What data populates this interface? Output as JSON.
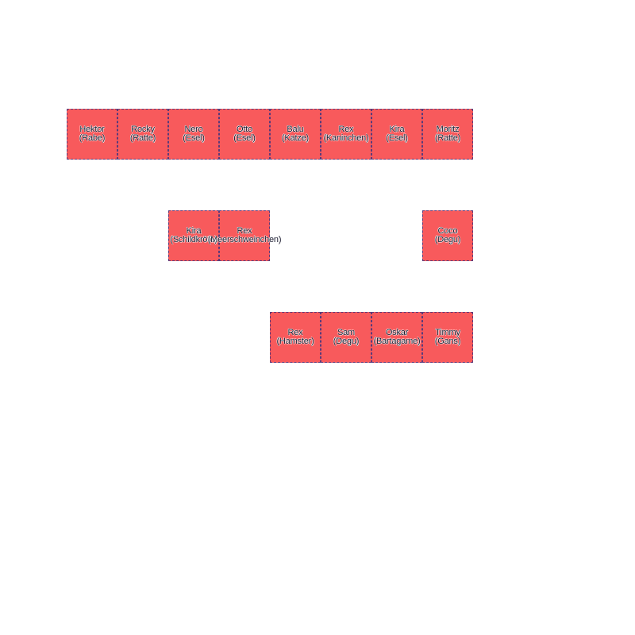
{
  "colors": {
    "cell_fill": "#f85a5c",
    "cell_border": "#5a3a7a",
    "label_text": "#1a1a2e",
    "background": "#ffffff"
  },
  "grid": {
    "columns": 8,
    "rows": 3,
    "cells": [
      {
        "row": 0,
        "col": 0,
        "name": "Hektor",
        "species": "(Rabe)"
      },
      {
        "row": 0,
        "col": 1,
        "name": "Rocky",
        "species": "(Ratte)"
      },
      {
        "row": 0,
        "col": 2,
        "name": "Nero",
        "species": "(Esel)"
      },
      {
        "row": 0,
        "col": 3,
        "name": "Otto",
        "species": "(Esel)"
      },
      {
        "row": 0,
        "col": 4,
        "name": "Balu",
        "species": "(Katze)"
      },
      {
        "row": 0,
        "col": 5,
        "name": "Rex",
        "species": "(Kaninchen)"
      },
      {
        "row": 0,
        "col": 6,
        "name": "Kira",
        "species": "(Esel)"
      },
      {
        "row": 0,
        "col": 7,
        "name": "Moritz",
        "species": "(Ratte)"
      },
      {
        "row": 1,
        "col": 2,
        "name": "Kira",
        "species": "(Schildkröte)"
      },
      {
        "row": 1,
        "col": 3,
        "name": "Rex",
        "species": "(Meerschweinchen)"
      },
      {
        "row": 1,
        "col": 7,
        "name": "Coco",
        "species": "(Degu)"
      },
      {
        "row": 2,
        "col": 4,
        "name": "Rex",
        "species": "(Hamster)"
      },
      {
        "row": 2,
        "col": 5,
        "name": "Sam",
        "species": "(Degu)"
      },
      {
        "row": 2,
        "col": 6,
        "name": "Oskar",
        "species": "(Bartagame)"
      },
      {
        "row": 2,
        "col": 7,
        "name": "Timmy",
        "species": "(Gans)"
      }
    ]
  }
}
